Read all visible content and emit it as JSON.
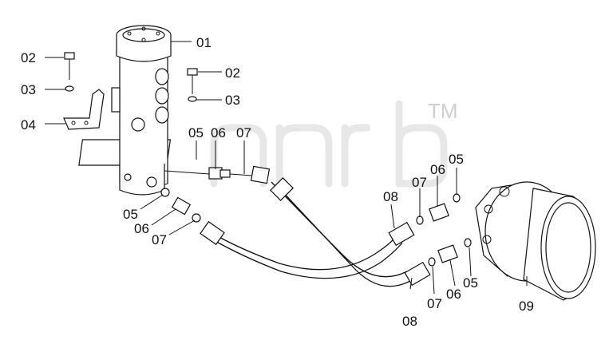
{
  "watermark": {
    "text": "TM"
  },
  "callouts": [
    {
      "id": "c01-a",
      "text": "01"
    },
    {
      "id": "c02-a",
      "text": "02"
    },
    {
      "id": "c02-b",
      "text": "02"
    },
    {
      "id": "c03-a",
      "text": "03"
    },
    {
      "id": "c03-b",
      "text": "03"
    },
    {
      "id": "c04-a",
      "text": "04"
    },
    {
      "id": "c05-a",
      "text": "05"
    },
    {
      "id": "c05-b",
      "text": "05"
    },
    {
      "id": "c05-c",
      "text": "05"
    },
    {
      "id": "c05-d",
      "text": "05"
    },
    {
      "id": "c06-a",
      "text": "06"
    },
    {
      "id": "c06-b",
      "text": "06"
    },
    {
      "id": "c06-c",
      "text": "06"
    },
    {
      "id": "c06-d",
      "text": "06"
    },
    {
      "id": "c07-a",
      "text": "07"
    },
    {
      "id": "c07-b",
      "text": "07"
    },
    {
      "id": "c07-c",
      "text": "07"
    },
    {
      "id": "c07-d",
      "text": "07"
    },
    {
      "id": "c08-a",
      "text": "08"
    },
    {
      "id": "c08-b",
      "text": "08"
    },
    {
      "id": "c09-a",
      "text": "09"
    }
  ]
}
